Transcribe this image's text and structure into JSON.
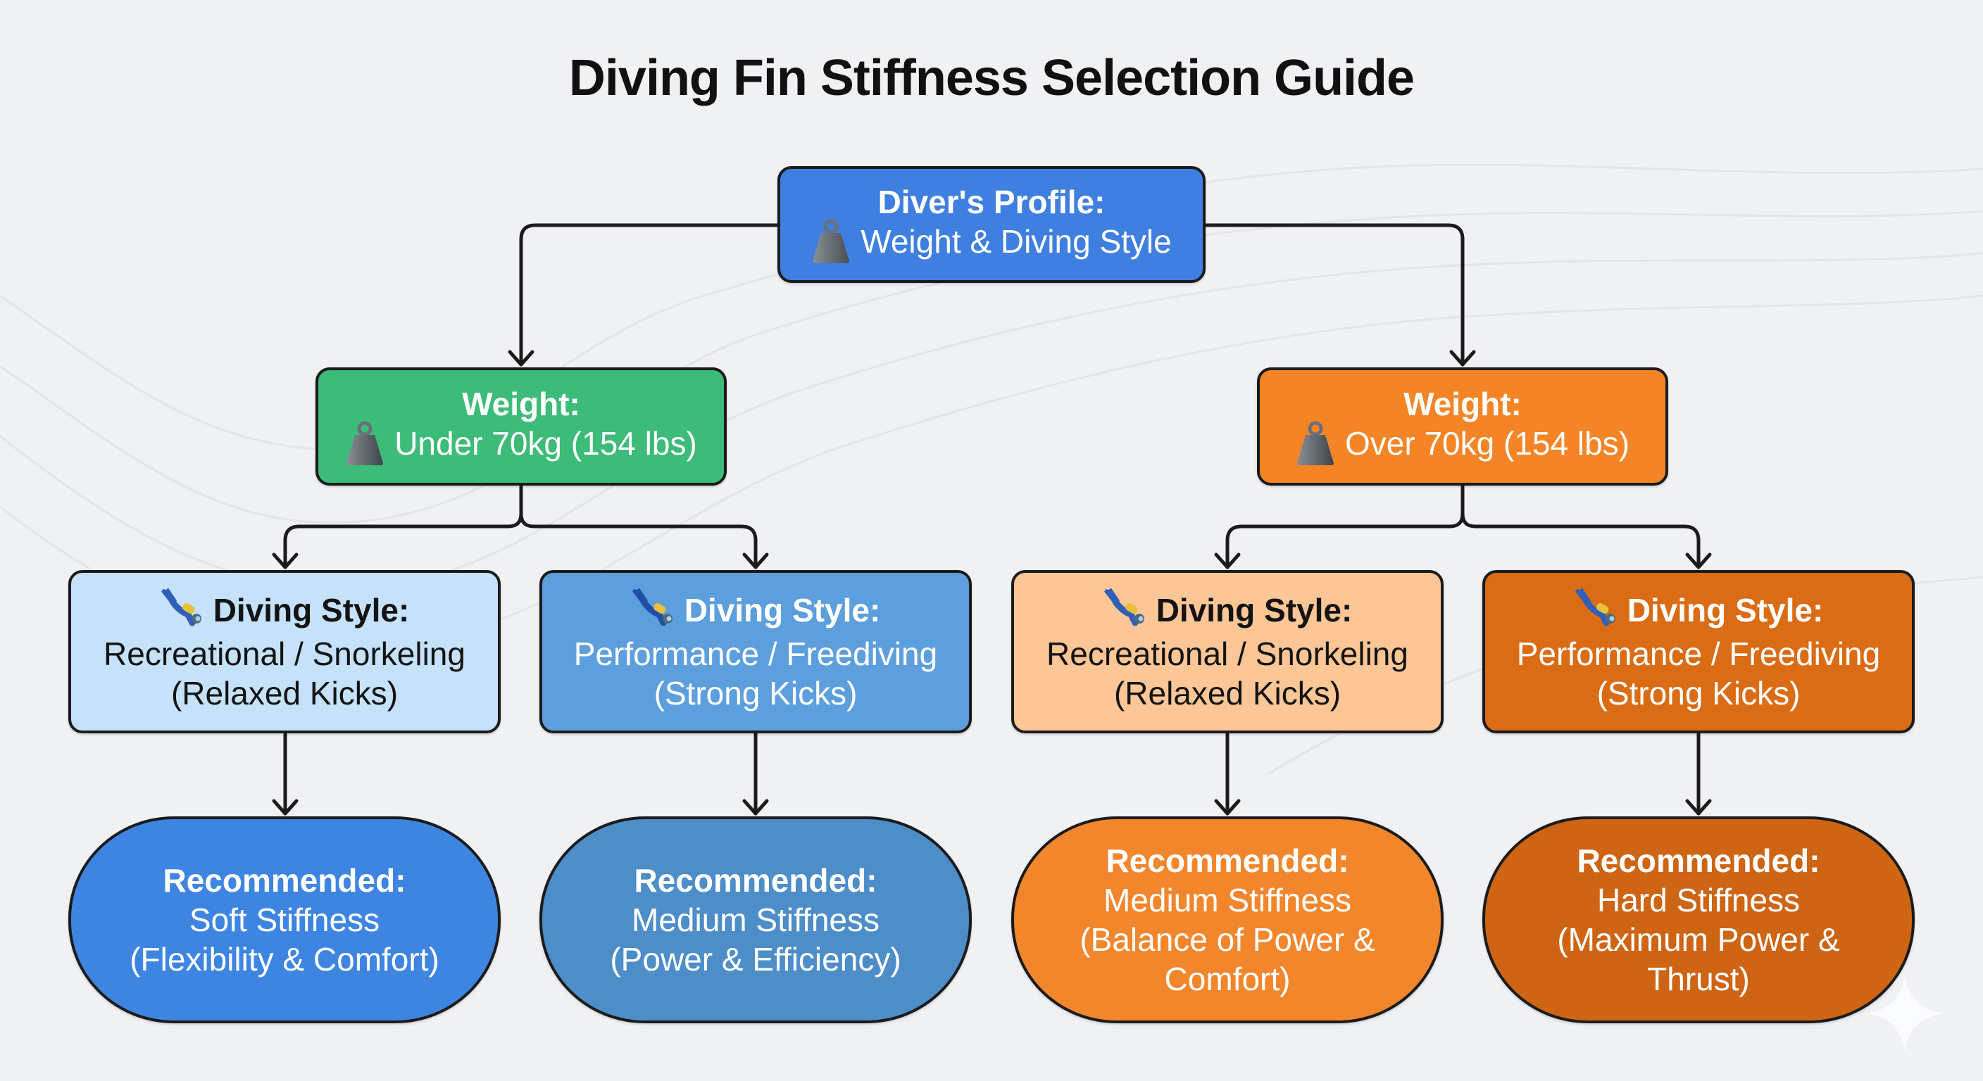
{
  "title": "Diving Fin Stiffness Selection Guide",
  "colors": {
    "background": "#eff1f5",
    "profile": "#3f7fe0",
    "weight_under": "#3dbb78",
    "weight_over": "#f38527",
    "style_light_blue": "#c6e1fa",
    "style_mid_blue": "#5d9fdc",
    "style_light_orange": "#fcc697",
    "style_dark_orange": "#da6c16",
    "rec_soft": "#3e85e2",
    "rec_medium_blue": "#4d8dc8",
    "rec_medium_orange": "#f2862c",
    "rec_hard": "#ce6514",
    "connector": "#1b1b1b"
  },
  "root": {
    "heading": "Diver's Profile:",
    "icon": "weight-icon",
    "text": "Weight & Diving Style"
  },
  "weights": [
    {
      "heading": "Weight:",
      "icon": "weight-icon",
      "text": "Under 70kg (154 lbs)"
    },
    {
      "heading": "Weight:",
      "icon": "weight-icon",
      "text": "Over 70kg (154 lbs)"
    }
  ],
  "styles": [
    {
      "icon": "scuba-diver-icon",
      "heading": "Diving Style:",
      "line1": "Recreational / Snorkeling",
      "line2": "(Relaxed Kicks)"
    },
    {
      "icon": "scuba-diver-icon",
      "heading": "Diving Style:",
      "line1": "Performance / Freediving",
      "line2": "(Strong Kicks)"
    },
    {
      "icon": "scuba-diver-icon",
      "heading": "Diving Style:",
      "line1": "Recreational / Snorkeling",
      "line2": "(Relaxed Kicks)"
    },
    {
      "icon": "scuba-diver-icon",
      "heading": "Diving Style:",
      "line1": "Performance / Freediving",
      "line2": "(Strong Kicks)"
    }
  ],
  "recommendations": [
    {
      "heading": "Recommended:",
      "lines": [
        "Soft Stiffness",
        "(Flexibility & Comfort)"
      ]
    },
    {
      "heading": "Recommended:",
      "lines": [
        "Medium Stiffness",
        "(Power & Efficiency)"
      ]
    },
    {
      "heading": "Recommended:",
      "lines": [
        "Medium Stiffness",
        "(Balance of Power &",
        "Comfort)"
      ]
    },
    {
      "heading": "Recommended:",
      "lines": [
        "Hard Stiffness",
        "(Maximum Power &",
        "Thrust)"
      ]
    }
  ],
  "watermark": {
    "icon": "sparkle-icon"
  }
}
